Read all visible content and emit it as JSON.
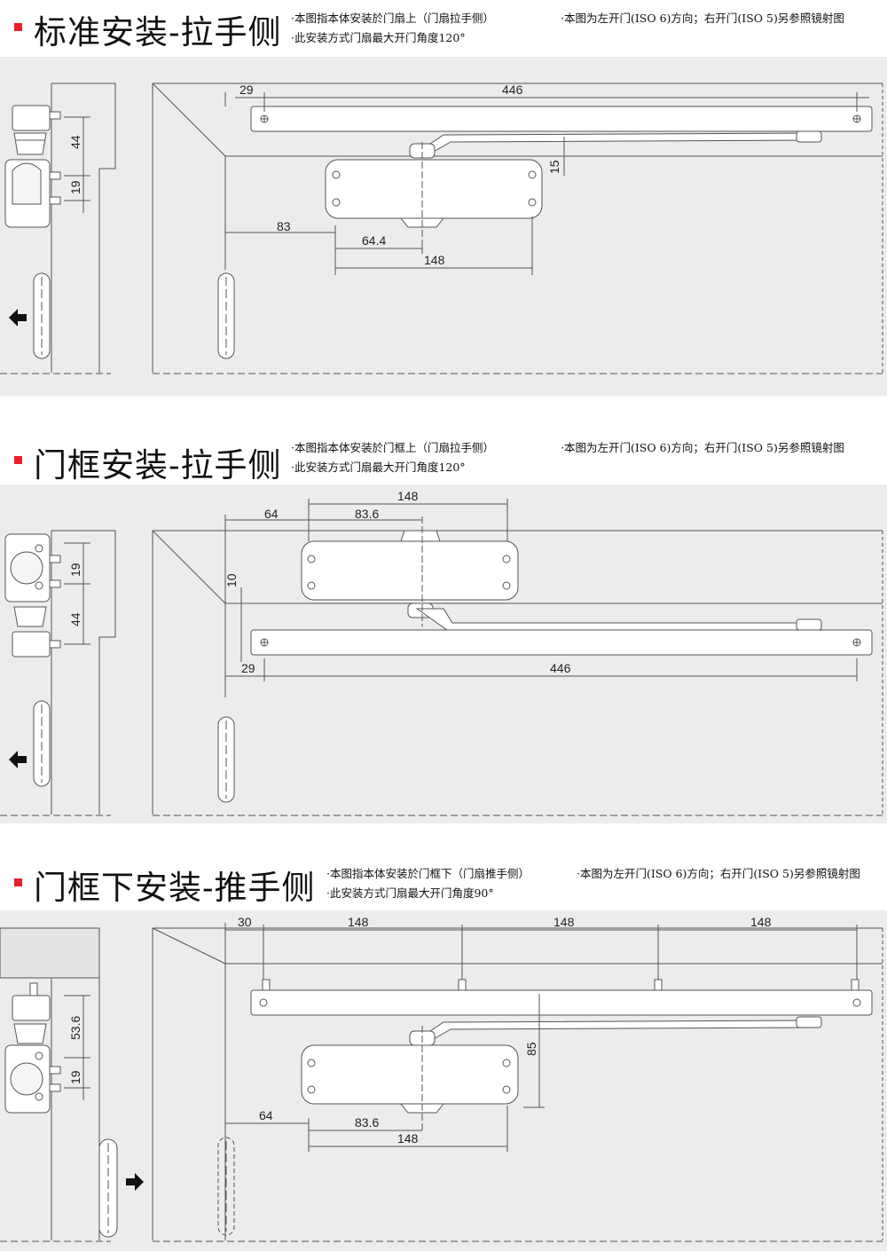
{
  "sections": [
    {
      "title": "标准安装-拉手侧",
      "note1": "·本图指本体安装於门扇上（门扇拉手侧）",
      "note2": "·此安装方式门扇最大开门角度120°",
      "note3": "·本图为左开门(ISO 6)方向；右开门(ISO 5)另参照镜射图",
      "dims": {
        "d29": "29",
        "d446": "446",
        "d15": "15",
        "d83": "83",
        "d644": "64.4",
        "d148": "148",
        "d44": "44",
        "d19": "19"
      }
    },
    {
      "title": "门框安装-拉手侧",
      "note1": "·本图指本体安装於门框上（门扇拉手侧）",
      "note2": "·此安装方式门扇最大开门角度120°",
      "note3": "·本图为左开门(ISO 6)方向；右开门(ISO 5)另参照镜射图",
      "dims": {
        "d148": "148",
        "d64": "64",
        "d836": "83.6",
        "d10": "10",
        "d29": "29",
        "d446": "446",
        "d19": "19",
        "d44": "44"
      }
    },
    {
      "title": "门框下安装-推手侧",
      "note1": "·本图指本体安装於门框下（门扇推手侧）",
      "note2": "·此安装方式门扇最大开门角度90°",
      "note3": "·本图为左开门(ISO 6)方向；右开门(ISO 5)另参照镜射图",
      "dims": {
        "d30": "30",
        "d148a": "148",
        "d148b": "148",
        "d148c": "148",
        "d85": "85",
        "d64": "64",
        "d836": "83.6",
        "d148": "148",
        "d536": "53.6",
        "d19": "19"
      }
    }
  ],
  "colors": {
    "accent": "#e8202a",
    "panel": "#ececec",
    "line": "#555555"
  },
  "icons": [
    "arrow-left-icon",
    "arrow-left-icon",
    "arrow-right-icon"
  ]
}
